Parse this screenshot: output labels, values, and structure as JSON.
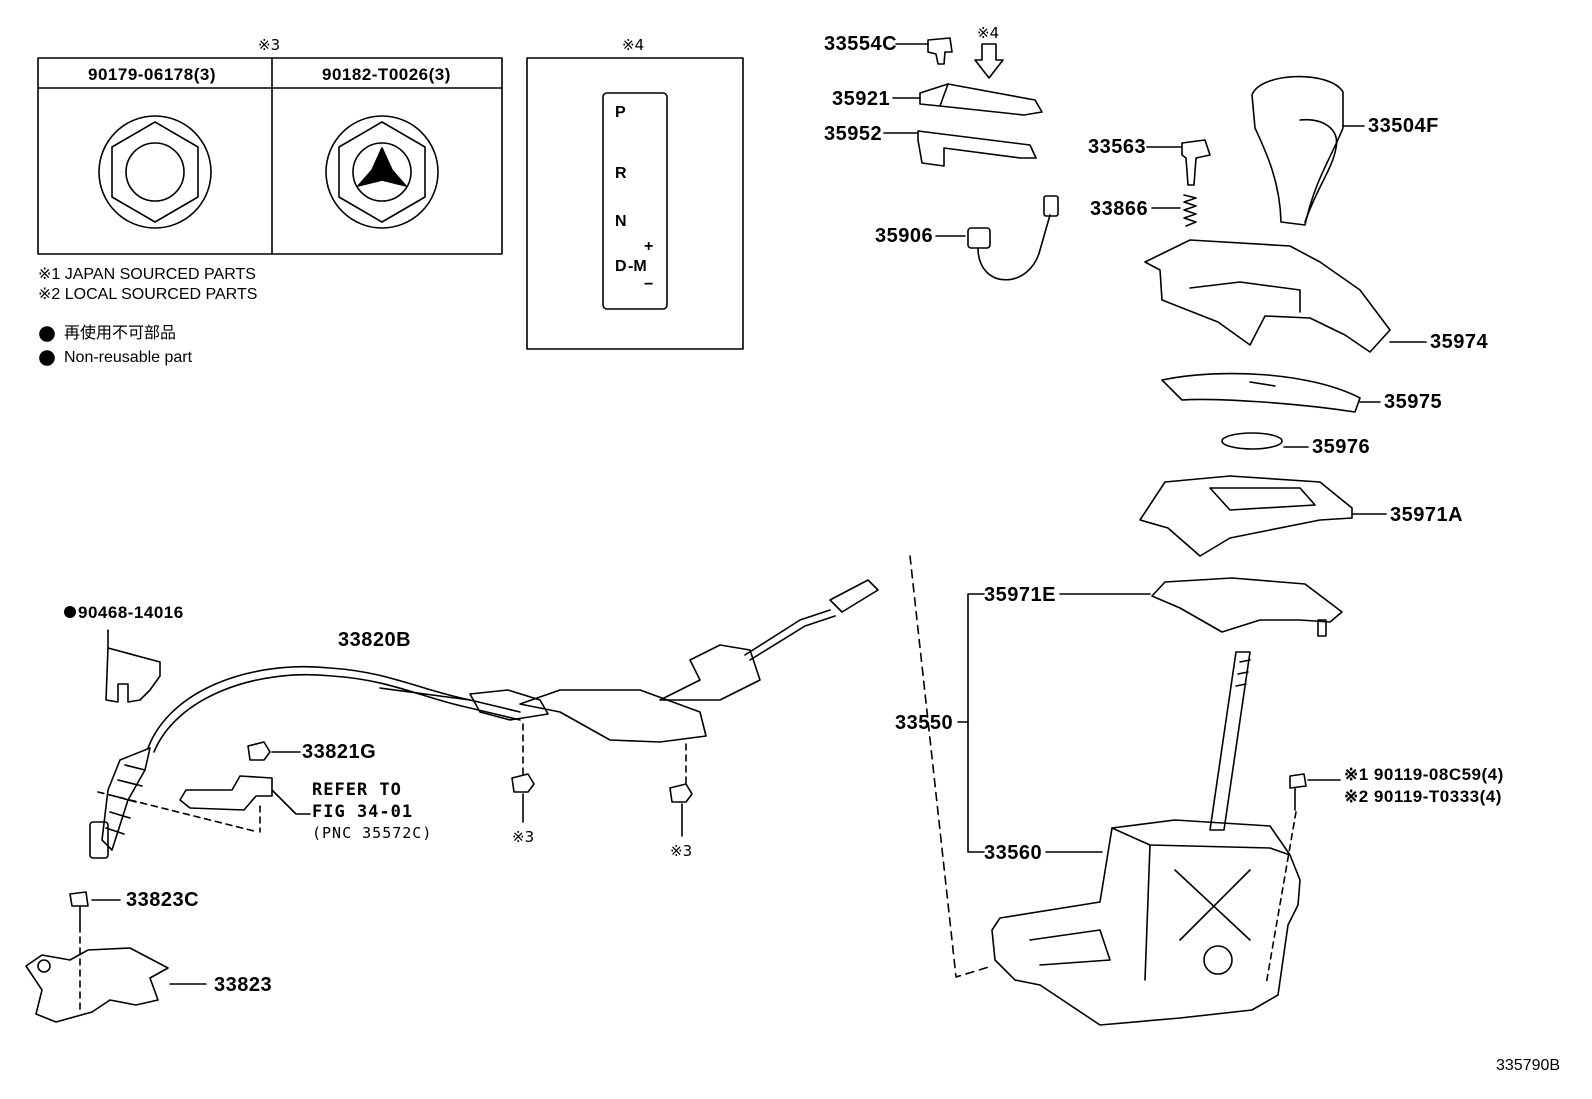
{
  "inset_bolts": {
    "ref_mark": "※3",
    "col1_part": "90179-06178(3)",
    "col2_part": "90182-T0026(3)"
  },
  "inset_gate": {
    "ref_mark": "※4",
    "gears": [
      "P",
      "R",
      "N",
      "D",
      "-M",
      "+",
      "−"
    ]
  },
  "notes": {
    "japan": "※1  JAPAN SOURCED PARTS",
    "local": "※2  LOCAL SOURCED PARTS",
    "nonreusable_ja": "再使用不可部品",
    "nonreusable_en": "Non-reusable part"
  },
  "parts": {
    "p33554c": "33554C",
    "p35921": "35921",
    "p35952": "35952",
    "p35906": "35906",
    "p33563": "33563",
    "p33866": "33866",
    "p33504f": "33504F",
    "p35974": "35974",
    "p35975": "35975",
    "p35976": "35976",
    "p35971a": "35971A",
    "p35971e": "35971E",
    "p33550": "33550",
    "p33560": "33560",
    "p90468": "90468-14016",
    "p33820b": "33820B",
    "p33821g": "33821G",
    "p33823c": "33823C",
    "p33823": "33823",
    "bolt1": "※1  90119-08C59(4)",
    "bolt2": "※2  90119-T0333(4)"
  },
  "refer": {
    "line1": "REFER TO",
    "line2": "FIG 34-01",
    "line3": "(PNC 35572C)"
  },
  "marks": {
    "arrow4": "※4",
    "nut3a": "※3",
    "nut3b": "※3"
  },
  "diagram_id": "335790B"
}
